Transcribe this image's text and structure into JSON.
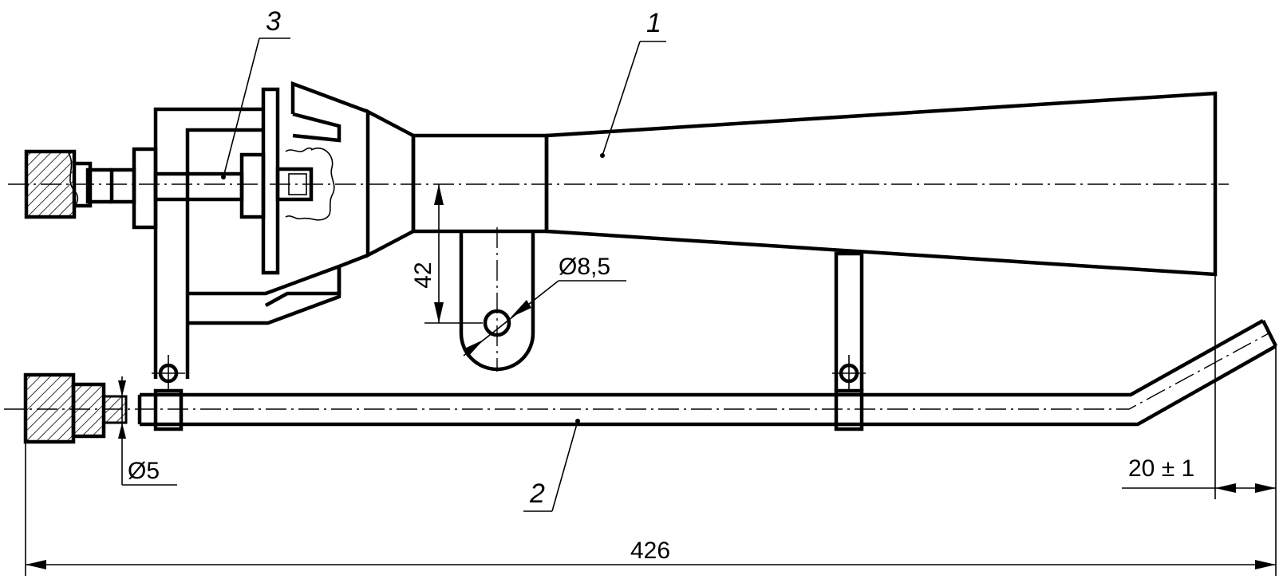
{
  "callouts": {
    "part_1": "1",
    "part_2": "2",
    "part_3": "3"
  },
  "dimensions": {
    "overall_length": "426",
    "height": "42",
    "hole_diameter": "Ø8,5",
    "tube_diameter": "Ø5",
    "tip_offset": "20 ± 1"
  }
}
